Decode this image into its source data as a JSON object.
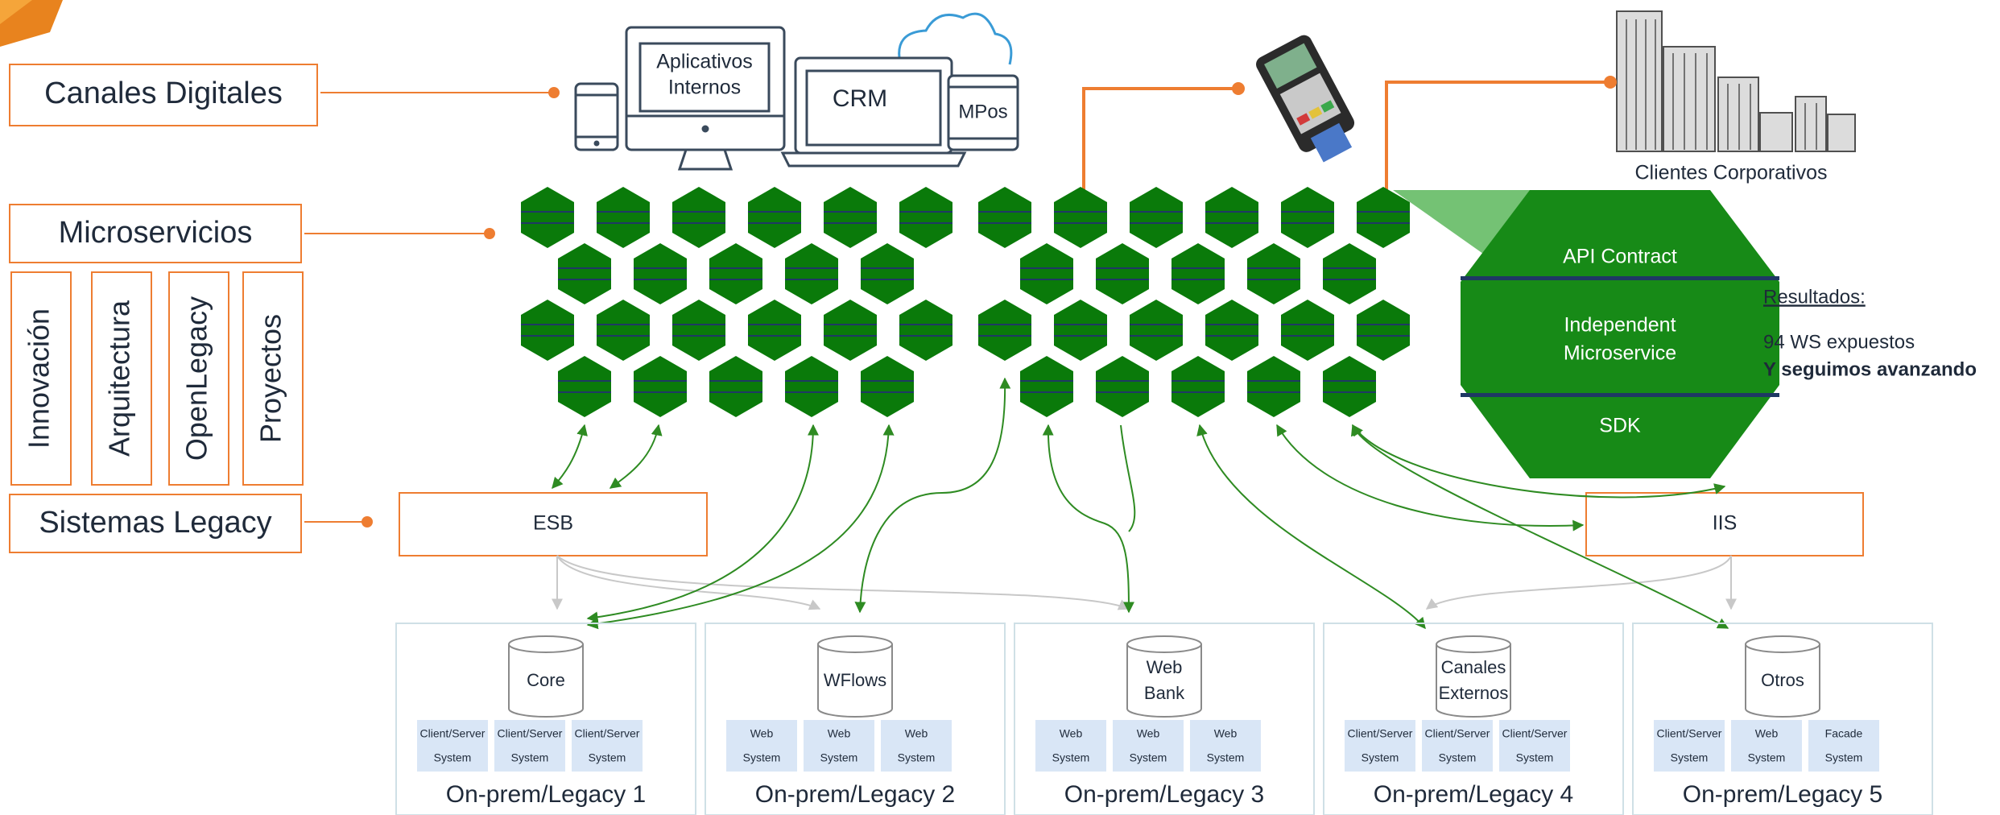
{
  "colors": {
    "accent_orange": "#ee7d31",
    "hex_green": "#0a7a0a",
    "hex_stripe": "#1f3864",
    "arrow_green": "#2e8b22",
    "arrow_gray": "#c8c8c8",
    "panel_border": "#cfe0e6",
    "cell_fill": "#d9e6f6",
    "contract_green": "#178a17",
    "contract_cone": "#6dbf6d"
  },
  "layers": {
    "canales": "Canales Digitales",
    "microservicios": "Microservicios",
    "legacy": "Sistemas Legacy",
    "vertical": [
      "Innovación",
      "Arquitectura",
      "OpenLegacy",
      "Proyectos"
    ]
  },
  "devices": {
    "monitor_line1": "Aplicativos",
    "monitor_line2": "Internos",
    "laptop": "CRM",
    "tablet": "MPos",
    "icons": [
      "smartphone-icon",
      "monitor-icon",
      "laptop-icon",
      "cloud-icon",
      "tablet-icon",
      "pos-terminal-icon",
      "buildings-icon"
    ]
  },
  "clients": "Clientes Corporativos",
  "contract": {
    "top": "API Contract",
    "mid1": "Independent",
    "mid2": "Microservice",
    "bottom": "SDK"
  },
  "results": {
    "title": "Resultados:",
    "line1": "94 WS expuestos",
    "line2": "Y seguimos avanzando"
  },
  "gateways": {
    "esb": "ESB",
    "iis": "IIS"
  },
  "panels": [
    {
      "db_lines": [
        "Core"
      ],
      "cells": [
        [
          "Client/Server",
          "System"
        ],
        [
          "Client/Server",
          "System"
        ],
        [
          "Client/Server",
          "System"
        ]
      ],
      "footer": "On-prem/Legacy 1"
    },
    {
      "db_lines": [
        "WFlows"
      ],
      "cells": [
        [
          "Web",
          "System"
        ],
        [
          "Web",
          "System"
        ],
        [
          "Web",
          "System"
        ]
      ],
      "footer": "On-prem/Legacy 2"
    },
    {
      "db_lines": [
        "Web",
        "Bank"
      ],
      "cells": [
        [
          "Web",
          "System"
        ],
        [
          "Web",
          "System"
        ],
        [
          "Web",
          "System"
        ]
      ],
      "footer": "On-prem/Legacy 3"
    },
    {
      "db_lines": [
        "Canales",
        "Externos"
      ],
      "cells": [
        [
          "Client/Server",
          "System"
        ],
        [
          "Client/Server",
          "System"
        ],
        [
          "Client/Server",
          "System"
        ]
      ],
      "footer": "On-prem/Legacy 4"
    },
    {
      "db_lines": [
        "Otros"
      ],
      "cells": [
        [
          "Client/Server",
          "System"
        ],
        [
          "Web",
          "System"
        ],
        [
          "Facade",
          "System"
        ]
      ],
      "footer": "On-prem/Legacy 5"
    }
  ]
}
